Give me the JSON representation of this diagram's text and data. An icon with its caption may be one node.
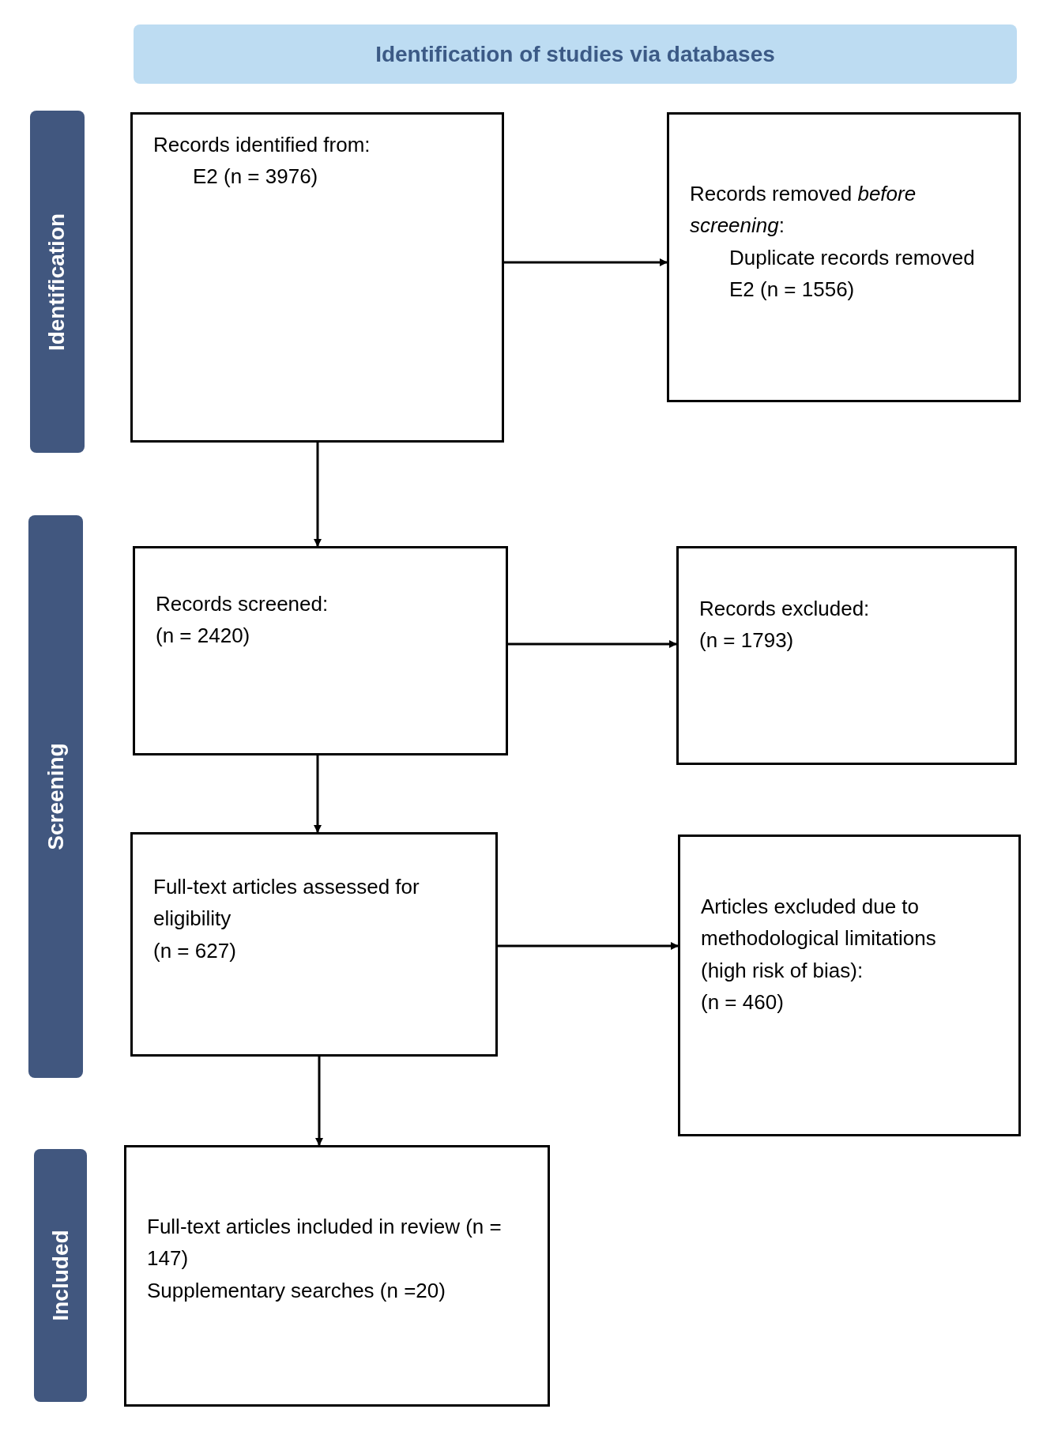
{
  "diagram": {
    "nodes": [
      {
        "text": [
          "Identification of studies via databases"
        ]
      },
      {
        "text": [
          "Identification"
        ]
      },
      {
        "text": [
          "Screening"
        ]
      },
      {
        "text": [
          "Included"
        ]
      },
      {
        "text": [
          "Records identified from:",
          "E2 (n = 3976)"
        ]
      },
      {
        "text": [
          "Records removed *before screening*:",
          "Duplicate records removed E2 (n = 1556)"
        ]
      },
      {
        "text": [
          "Records screened:",
          "(n = 2420)"
        ]
      },
      {
        "text": [
          "Records excluded:",
          "(n = 1793)"
        ]
      },
      {
        "text": [
          "Full-text articles assessed for eligibility",
          "(n = 627)"
        ]
      },
      {
        "text": [
          "Articles excluded due to methodological limitations",
          "(high risk of bias):",
          "(n = 460)"
        ]
      },
      {
        "text": [
          "Full-text articles included in review (n = 147)",
          "Supplementary searches (n =20)"
        ]
      }
    ],
    "edges": [
      {
        "from": 4,
        "to": 5,
        "arrow": "to"
      },
      {
        "from": 4,
        "to": 6,
        "arrow": "to"
      },
      {
        "from": 6,
        "to": 7,
        "arrow": "to"
      },
      {
        "from": 6,
        "to": 8,
        "arrow": "to"
      },
      {
        "from": 8,
        "to": 9,
        "arrow": "to"
      },
      {
        "from": 8,
        "to": 10,
        "arrow": "to"
      }
    ]
  }
}
